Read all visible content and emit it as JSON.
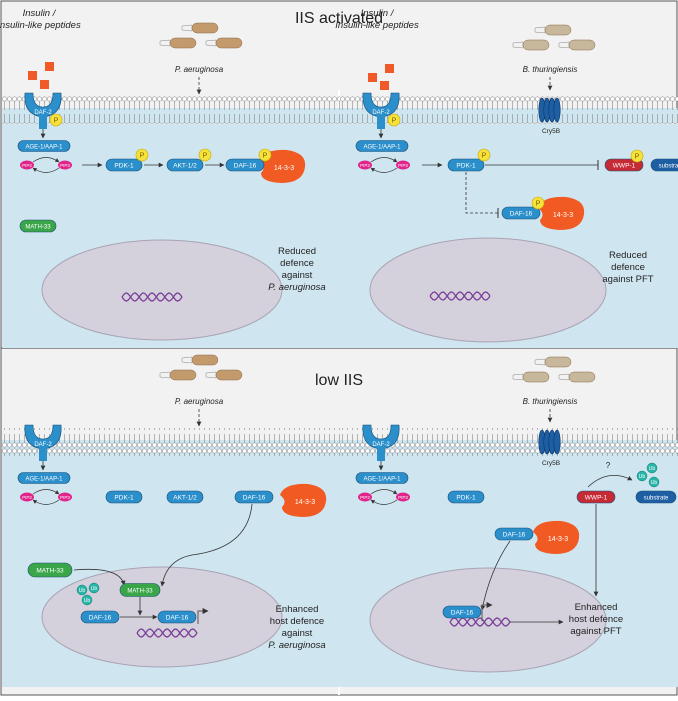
{
  "sections": {
    "top_title": "IIS activated",
    "bottom_title": "low IIS"
  },
  "labels": {
    "insulin_line1": "Insulin /",
    "insulin_line2": "Insulin-like peptides",
    "pa": "P. aeruginosa",
    "bt": "B. thuringiensis",
    "cry5b": "Cry5B",
    "p": "P",
    "ub": "Ub",
    "q": "?"
  },
  "nodes": {
    "daf2": "DAF-2",
    "age1": "AGE-1/AAP-1",
    "pip2": "PIP2",
    "pip3": "PIP3",
    "pdk1": "PDK-1",
    "akt": "AKT-1/2",
    "daf16": "DAF-16",
    "p1433": "14-3-3",
    "math33": "MATH-33",
    "wwp1": "WWP-1",
    "substrate": "substrate"
  },
  "outcomes": {
    "tl": [
      "Reduced",
      "defence",
      "against",
      "P. aeruginosa"
    ],
    "tr": [
      "Reduced",
      "defence",
      "against PFT"
    ],
    "bl": [
      "Enhanced",
      "host defence",
      "against",
      "P. aeruginosa"
    ],
    "br": [
      "Enhanced",
      "host defence",
      "against PFT"
    ]
  },
  "colors": {
    "cell": "#cfe6f0",
    "nucleus": "#d4d0dc",
    "node": "#2a8fcb",
    "pink": "#e0248a",
    "yellow": "#f5e23a",
    "orange": "#f15a22",
    "green": "#3aa649",
    "wwp": "#c62a35",
    "substrate": "#1e5fa4",
    "ub": "#28b5a8",
    "insulin": "#f05a28",
    "bacteria": "#c29a6c",
    "bacteria_bt": "#c7b79b",
    "dna": "#7a3f99"
  }
}
